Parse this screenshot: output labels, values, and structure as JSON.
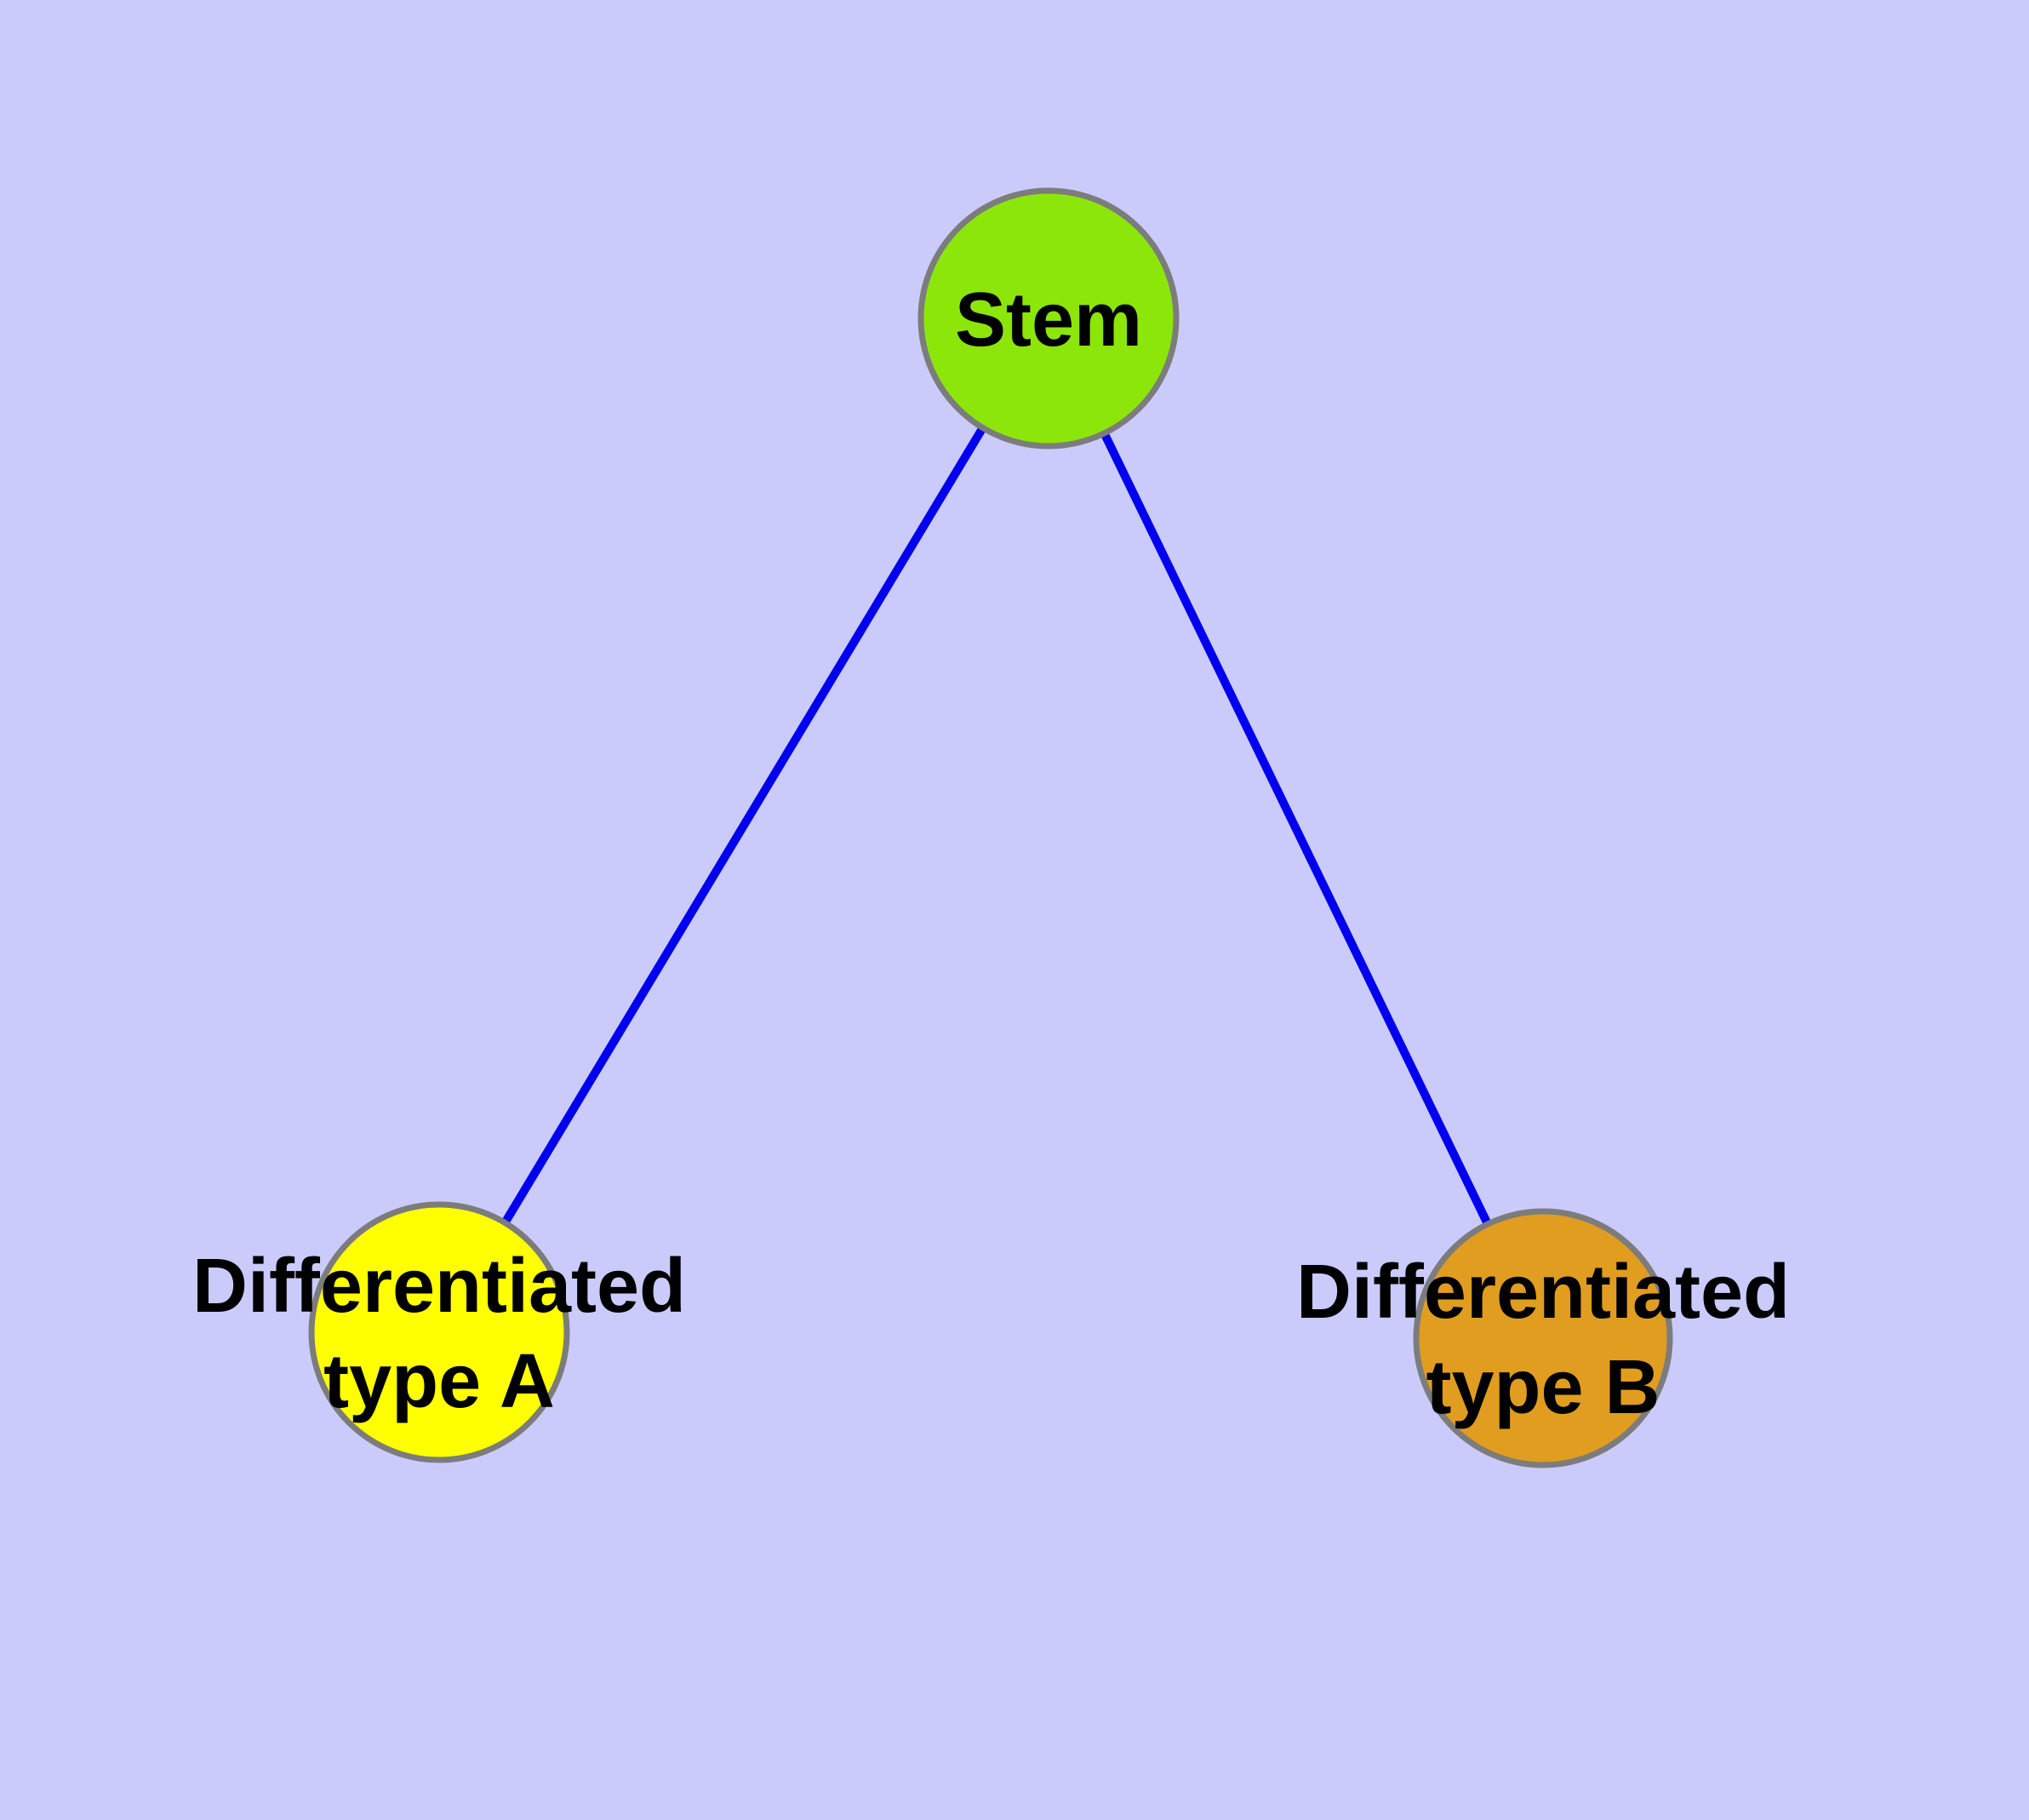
{
  "diagram": {
    "description": "Cell differentiation graph with one stem node and two differentiated type nodes",
    "background_color": "#CBCBFB",
    "edge_color": "#0000EE",
    "node_border_color": "#7C7C7C",
    "label_color": "#000000",
    "nodes": {
      "stem": {
        "label": "Stem",
        "fill": "#8DE60A"
      },
      "type_a": {
        "label_line1": "Differentiated",
        "label_line2": "type A",
        "fill": "#FFFF00"
      },
      "type_b": {
        "label_line1": "Differentiated",
        "label_line2": "type B",
        "fill": "#E09D20"
      }
    },
    "edges": [
      {
        "from": "Stem",
        "to": "Differentiated type A"
      },
      {
        "from": "Stem",
        "to": "Differentiated type B"
      }
    ]
  }
}
